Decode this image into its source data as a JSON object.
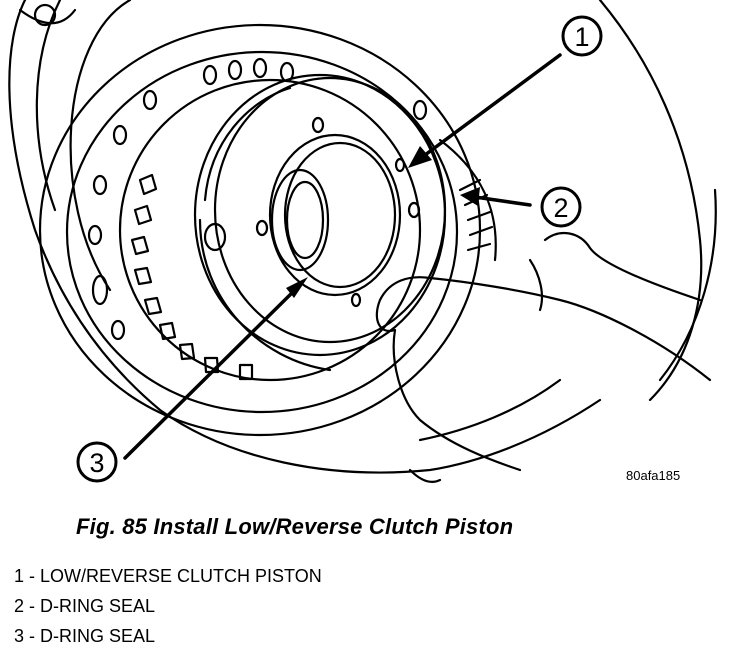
{
  "figure": {
    "ref_code": "80afa185",
    "caption": "Fig. 85 Install Low/Reverse Clutch Piston"
  },
  "callouts": [
    {
      "number": "1"
    },
    {
      "number": "2"
    },
    {
      "number": "3"
    }
  ],
  "legend": [
    {
      "number": "1",
      "text": " - LOW/REVERSE CLUTCH PISTON"
    },
    {
      "number": "2",
      "text": " - D-RING SEAL"
    },
    {
      "number": "3",
      "text": " - D-RING SEAL"
    }
  ]
}
